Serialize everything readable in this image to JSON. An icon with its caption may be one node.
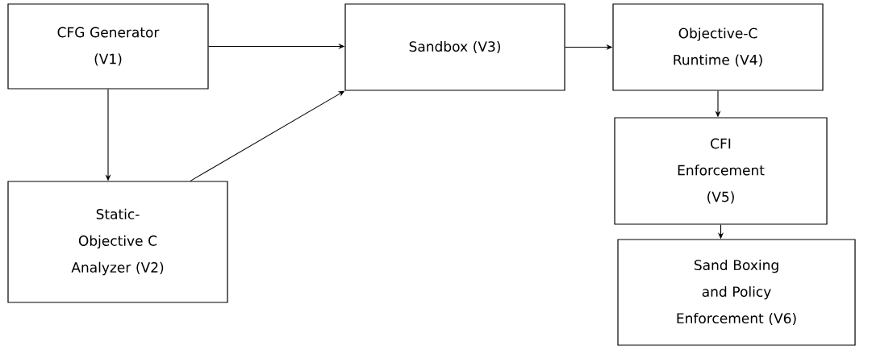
{
  "diagram": {
    "nodes": [
      {
        "text": [
          "CFG Generator (V1)"
        ]
      },
      {
        "text": [
          "Static- Objective C Analyzer (V2)"
        ]
      },
      {
        "text": [
          "Sandbox (V3)"
        ]
      },
      {
        "text": [
          "Objective-C Runtime (V4)"
        ]
      },
      {
        "text": [
          "CFI Enforcement (V5)"
        ]
      },
      {
        "text": [
          "Sand Boxing and Policy Enforcement (V6)"
        ]
      }
    ],
    "edges": [
      {
        "from": 0,
        "to": 2,
        "arrow": "to"
      },
      {
        "from": 0,
        "to": 1,
        "arrow": "to"
      },
      {
        "from": 1,
        "to": 2,
        "arrow": "to"
      },
      {
        "from": 2,
        "to": 3,
        "arrow": "to"
      },
      {
        "from": 3,
        "to": 4,
        "arrow": "to"
      },
      {
        "from": 4,
        "to": 5,
        "arrow": "to"
      }
    ]
  }
}
